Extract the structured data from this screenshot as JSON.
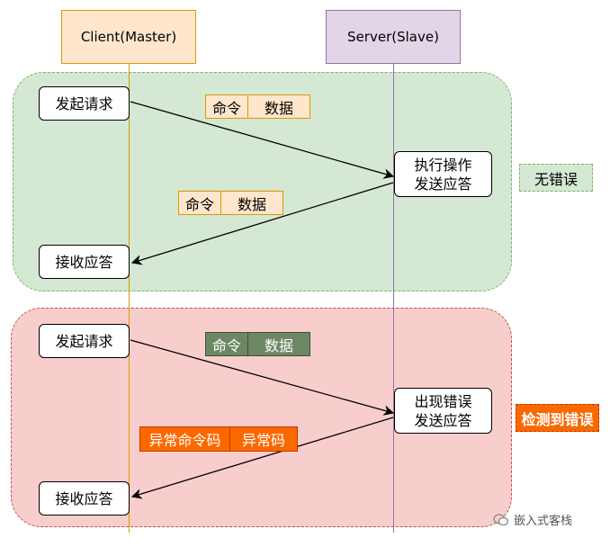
{
  "client_label": "Client(Master)",
  "server_label": "Server(Slave)",
  "ok_case": {
    "send_request": "发起请求",
    "request_cells": [
      "命令",
      "数据"
    ],
    "server_action_1": "执行操作",
    "server_action_2": "发送应答",
    "response_cells": [
      "命令",
      "数据"
    ],
    "receive_response": "接收应答",
    "tag": "无错误"
  },
  "error_case": {
    "send_request": "发起请求",
    "request_cells": [
      "命令",
      "数据"
    ],
    "server_action_1": "出现错误",
    "server_action_2": "发送应答",
    "response_cells": [
      "异常命令码",
      "异常码"
    ],
    "receive_response": "接收应答",
    "tag": "检测到错误"
  },
  "watermark": "嵌入式客栈",
  "colors": {
    "ok_zone": "#d5e8d4",
    "error_zone": "#f8cecc",
    "client_header": "#ffe6cc",
    "server_header": "#e1d5e7",
    "error_tag": "#fa6800",
    "command_green": "#6d8764"
  }
}
